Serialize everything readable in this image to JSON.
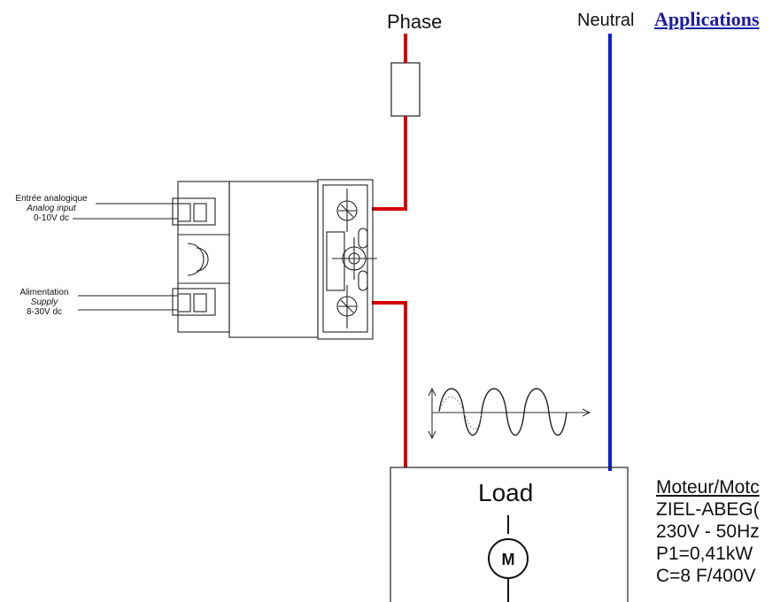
{
  "diagram": {
    "phase_label": "Phase",
    "neutral_label": "Neutral",
    "applications_link": "Applications",
    "input_terminal": {
      "line1": "Entrée analogique",
      "line2": "Analog input",
      "line3": "0-10V dc"
    },
    "supply_terminal": {
      "line1": "Alimentation",
      "line2": "Supply",
      "line3": "8-30V dc"
    },
    "load_label": "Load",
    "motor_symbol": "M",
    "motor_info": {
      "title": "Moteur/Motc",
      "line1": "ZIEL-ABEG(",
      "line2": "230V - 50Hz",
      "line3": "P1=0,41kW",
      "line4": "C=8 F/400V"
    },
    "colors": {
      "phase_wire": "#d40000",
      "neutral_wire": "#0a1fd6",
      "link": "#1a1aa6"
    }
  }
}
